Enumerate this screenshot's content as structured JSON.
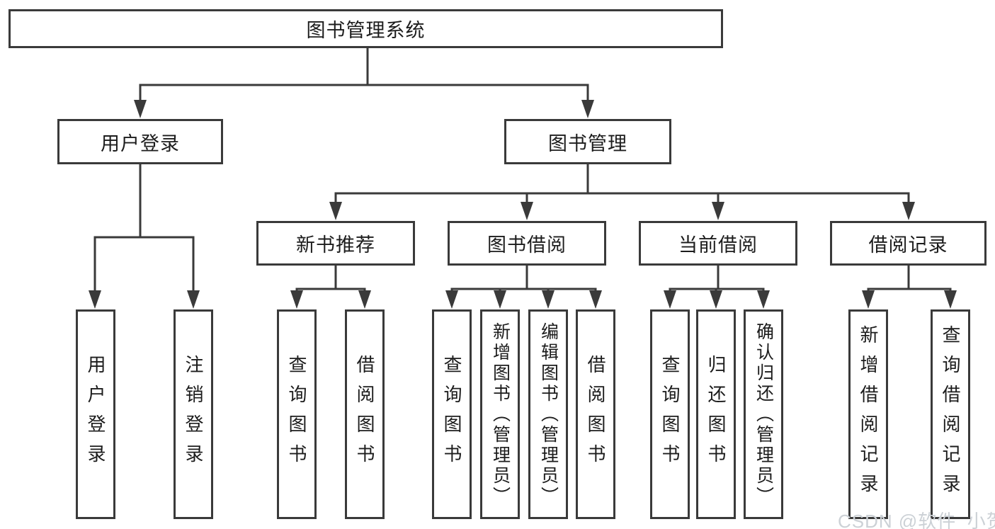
{
  "tree": {
    "root": {
      "label": "图书管理系统"
    },
    "children": [
      {
        "label": "用户登录",
        "children": [
          {
            "label": "用户登录"
          },
          {
            "label": "注销登录"
          }
        ]
      },
      {
        "label": "图书管理",
        "children": [
          {
            "label": "新书推荐",
            "children": [
              {
                "label": "查询图书"
              },
              {
                "label": "借阅图书"
              }
            ]
          },
          {
            "label": "图书借阅",
            "children": [
              {
                "label": "查询图书"
              },
              {
                "label": "新增图书（管理员）"
              },
              {
                "label": "编辑图书（管理员）"
              },
              {
                "label": "借阅图书"
              }
            ]
          },
          {
            "label": "当前借阅",
            "children": [
              {
                "label": "查询图书"
              },
              {
                "label": "归还图书"
              },
              {
                "label": "确认归还（管理员）"
              }
            ]
          },
          {
            "label": "借阅记录",
            "children": [
              {
                "label": "新增借阅记录"
              },
              {
                "label": "查询借阅记录"
              }
            ]
          }
        ]
      }
    ]
  },
  "watermark": {
    "text": "CSDN @软件_小贺同学",
    "color": "#ccd1d6"
  },
  "colors": {
    "line": "#3a3a3a",
    "box_border": "#3a3a3a",
    "box_fill": "#ffffff",
    "text": "#1c1c1c",
    "background": "#ffffff"
  }
}
